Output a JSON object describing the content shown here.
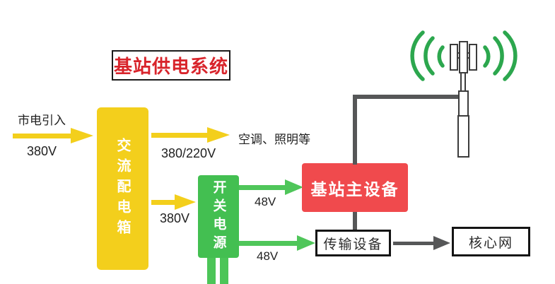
{
  "title": "基站供电系统",
  "source": {
    "label": "市电引入",
    "voltage": "380V"
  },
  "nodes": {
    "ac_box": {
      "label": "交流配电箱"
    },
    "switch_power": {
      "label": "开关电源"
    },
    "bts_main": {
      "label": "基站主设备"
    },
    "transmission": {
      "label": "传输设备"
    },
    "core_network": {
      "label": "核心网"
    },
    "ac_loads": {
      "label": "空调、照明等"
    }
  },
  "flows": {
    "mains_to_acbox": {
      "label": "380V"
    },
    "acbox_to_loads": {
      "label": "380/220V"
    },
    "acbox_to_switch": {
      "label": "380V"
    },
    "switch_to_bts": {
      "label": "48V"
    },
    "switch_to_transmission": {
      "label": "48V"
    }
  },
  "icons": {
    "antenna": "cell-tower-icon",
    "signal_waves": "signal-waves-icon"
  },
  "colors": {
    "yellow": "#f3cf1c",
    "green_box": "#43bf51",
    "green_line": "#4fc65a",
    "red_box": "#f04a4d",
    "title_red": "#d8242b",
    "dark_cable": "#565758",
    "wave_green": "#2ca74e",
    "background": "#ffffff"
  }
}
